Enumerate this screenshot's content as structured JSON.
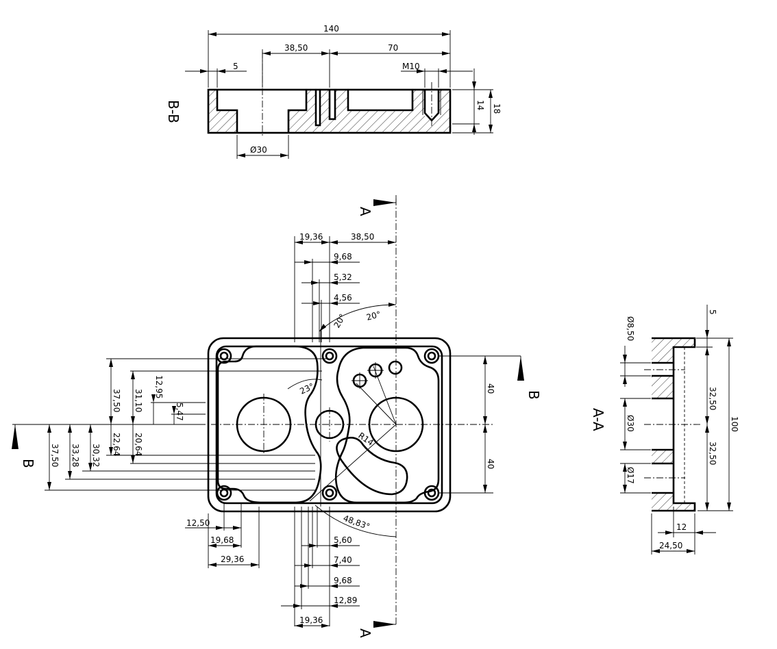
{
  "section_bb": {
    "label": "B-B",
    "dims": {
      "overall": "140",
      "center_offset": "38,50",
      "right_offset": "70",
      "edge": "5",
      "thread": "M10",
      "depth_inner": "14",
      "height": "18",
      "bore": "Ø30"
    }
  },
  "plan_view": {
    "section_mark_a": "A",
    "section_mark_b": "B",
    "top_dims": {
      "d1": "19,36",
      "d2": "38,50",
      "d3": "9,68",
      "d4": "5,32",
      "d5": "4,56"
    },
    "angles": {
      "a1": "20°",
      "a2": "20°",
      "a3": "23°",
      "a4": "48,83°"
    },
    "radius": "R14",
    "right_dims": {
      "upper": "40",
      "lower": "40"
    },
    "left_dims": {
      "l1": "37,50",
      "l2": "31,10",
      "l3": "12,95",
      "l4": "5,47",
      "l5": "37,50",
      "l6": "33,28",
      "l7": "30,32",
      "l8": "22,64",
      "l9": "20,64"
    },
    "bottom_left_dims": {
      "b1": "12,50",
      "b2": "19,68",
      "b3": "29,36"
    },
    "bottom_dims": {
      "c1": "5,60",
      "c2": "7,40",
      "c3": "9,68",
      "c4": "12,89",
      "c5": "19,36"
    }
  },
  "section_aa": {
    "label": "A-A",
    "dims": {
      "hole1": "Ø8,50",
      "bore": "Ø30",
      "hole2": "Ø17",
      "top": "5",
      "upper": "32,50",
      "lower": "32,50",
      "overall": "100",
      "thick": "12",
      "width": "24,50"
    }
  }
}
